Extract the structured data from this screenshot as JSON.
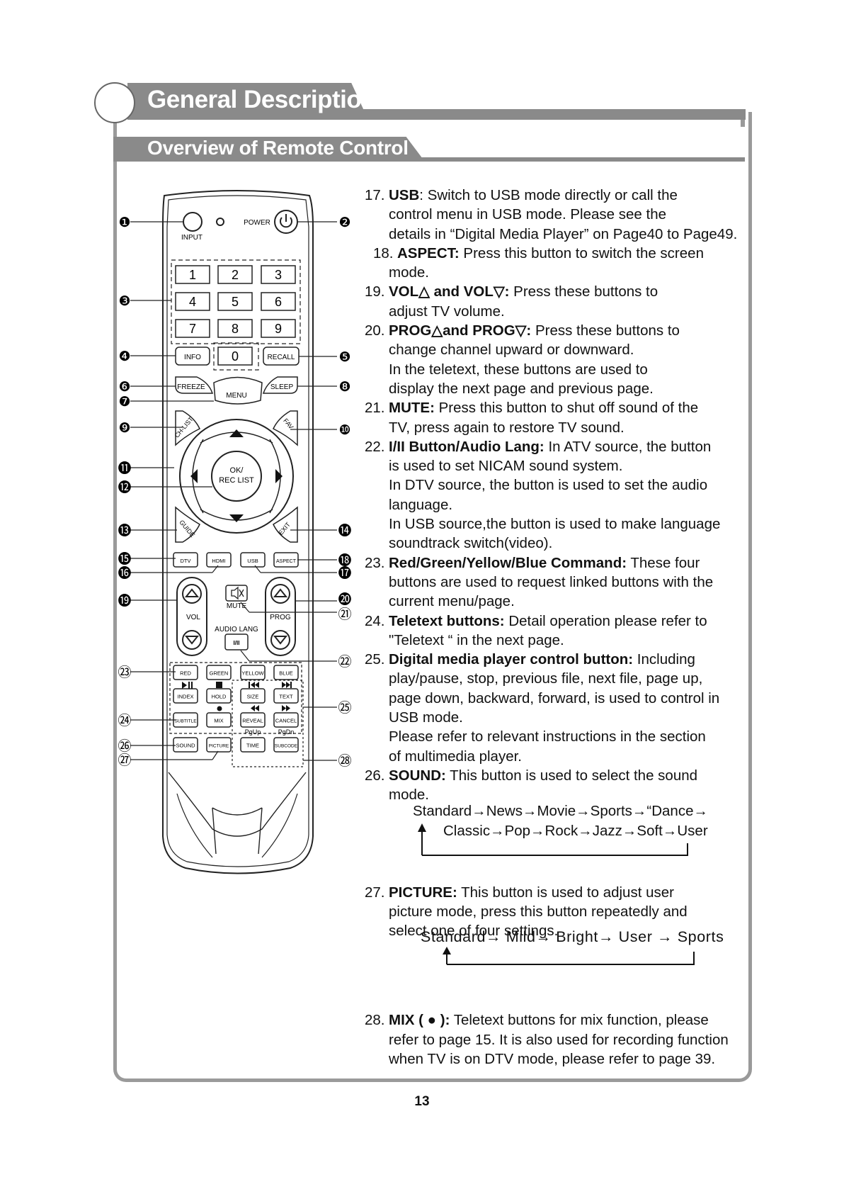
{
  "header": {
    "title": "General Description",
    "subtitle": "Overview of Remote Control"
  },
  "remote": {
    "buttons": {
      "input": "INPUT",
      "power": "POWER",
      "digits": [
        "1",
        "2",
        "3",
        "4",
        "5",
        "6",
        "7",
        "8",
        "9",
        "0"
      ],
      "info": "INFO",
      "recall": "RECALL",
      "freeze": "FREEZE",
      "sleep": "SLEEP",
      "menu": "MENU",
      "ch_list": "CH-LIST",
      "fav": "FAV",
      "ok_line1": "OK/",
      "ok_line2": "REC LIST",
      "guide": "GUIDE",
      "exit": "EXIT",
      "dtv": "DTV",
      "hdmi": "HDMI",
      "usb": "USB",
      "aspect": "ASPECT",
      "vol": "VOL",
      "mute": "MUTE",
      "prog": "PROG",
      "audio_lang": "AUDIO LANG",
      "i_ii": "I/II",
      "red": "RED",
      "green": "GREEN",
      "yellow": "YELLOW",
      "blue": "BLUE",
      "index": "INDEX",
      "hold": "HOLD",
      "size": "SIZE",
      "text": "TEXT",
      "subtitle": "SUBTITLE",
      "mix": "MIX",
      "reveal": "REVEAL",
      "cancel": "CANCEL",
      "pgup": "PgUp",
      "pgdn": "PgDn",
      "sound": "SOUND",
      "picture": "PICTURE",
      "time": "TIME",
      "subcode": "SUBCODE"
    },
    "callouts": [
      "❶",
      "❷",
      "❸",
      "❹",
      "❺",
      "❻",
      "❼",
      "❽",
      "❾",
      "❿",
      "⓫",
      "⓬",
      "⓭",
      "⓮",
      "⓯",
      "⓰",
      "⓱",
      "⓲",
      "⓳",
      "⓴",
      "㉑",
      "㉒",
      "㉓",
      "㉔",
      "㉕",
      "㉖",
      "㉗",
      "㉘"
    ]
  },
  "items": [
    {
      "num": "17.",
      "term": "USB",
      "lines": [
        ": Switch to USB mode directly or call the",
        "control menu in USB mode. Please see the",
        "details in “Digital Media Player” on Page40 to Page49."
      ]
    },
    {
      "num": "18.",
      "term": "ASPECT:",
      "lines": [
        " Press this button to switch the screen",
        "mode."
      ]
    },
    {
      "num": "19.",
      "term": "VOL△ and VOL▽:",
      "lines": [
        " Press these buttons to",
        "adjust TV volume."
      ]
    },
    {
      "num": "20.",
      "term": "PROG△and PROG▽:",
      "lines": [
        " Press these buttons to",
        "change channel upward or downward.",
        "In the teletext, these buttons are used to",
        "display the next page and previous page."
      ]
    },
    {
      "num": "21.",
      "term": "MUTE:",
      "lines": [
        " Press this button to shut off sound of the",
        "TV, press again to restore TV sound."
      ]
    },
    {
      "num": "22.",
      "term": "I/II Button/Audio Lang:",
      "lines": [
        " In ATV source, the button",
        "is used to set NICAM sound system.",
        "In DTV source, the button is used to set the audio",
        "language.",
        "In USB source,the button is used to make language",
        "soundtrack switch(video)."
      ]
    },
    {
      "num": "23.",
      "term": "Red/Green/Yellow/Blue Command:",
      "lines": [
        " These four",
        "buttons are used to request linked buttons with the",
        "current menu/page."
      ]
    },
    {
      "num": "24.",
      "term": "Teletext buttons:",
      "lines": [
        " Detail operation please refer to",
        "\"Teletext “ in the next page."
      ]
    },
    {
      "num": "25.",
      "term": "Digital media player control button:",
      "lines": [
        " Including",
        "play/pause, stop, previous file, next file, page up,",
        "page down, backward, forward, is used to control in",
        "USB mode.",
        "Please refer to relevant  instructions in the section",
        "of multimedia player."
      ]
    },
    {
      "num": "26.",
      "term": "SOUND:",
      "lines": [
        " This button is used to select the sound",
        "mode."
      ]
    },
    {
      "num": "27.",
      "term": "PICTURE:",
      "lines": [
        " This button is used to adjust user",
        "picture mode, press this button repeatedly and",
        "select one of four settings."
      ]
    },
    {
      "num": "28.",
      "term": "MIX ( ● ):",
      "lines": [
        " Teletext buttons for mix function, please",
        "refer to page 15. It is also used for recording function",
        "when TV is on DTV mode, please refer to page 39."
      ]
    }
  ],
  "sound_sequence": {
    "row1": "Standard→News→Movie→Sports→“Dance→",
    "row2": "Classic→Pop→Rock→Jazz→Soft→User"
  },
  "picture_sequence": "Standard→ Mild→ Bright→ User → Sports",
  "page_number": "13"
}
